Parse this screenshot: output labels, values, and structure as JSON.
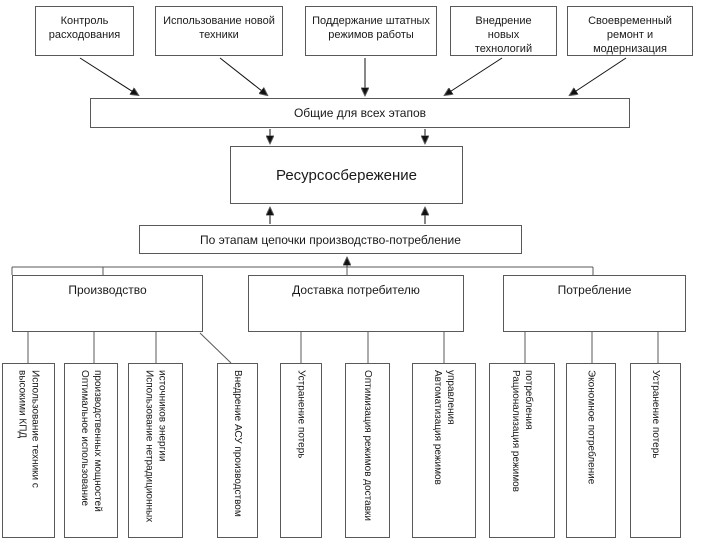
{
  "diagram": {
    "top_factors": [
      {
        "label": "Контроль расходования"
      },
      {
        "label": "Использование новой техники"
      },
      {
        "label": "Поддержание штатных режимов работы"
      },
      {
        "label": "Внедрение новых технологий"
      },
      {
        "label": "Своевременный ремонт и модернизация"
      }
    ],
    "common_bar": {
      "label": "Общие для всех этапов"
    },
    "center_node": {
      "label": "Ресурсосбережение"
    },
    "chain_bar": {
      "label": "По этапам цепочки производство-потребление"
    },
    "stages": [
      {
        "label": "Производство"
      },
      {
        "label": "Доставка потребителю"
      },
      {
        "label": "Потребление"
      }
    ],
    "leaves": [
      {
        "lines": [
          "Использование техники с",
          "высокими КПД"
        ]
      },
      {
        "lines": [
          "Оптимальное использование",
          "производственных мощностей"
        ]
      },
      {
        "lines": [
          "Использование нетрадиционных",
          "источников энергии"
        ]
      },
      {
        "lines": [
          "Внедрение АСУ производством"
        ]
      },
      {
        "lines": [
          "Устранение потерь"
        ]
      },
      {
        "lines": [
          "Оптимизация режимов доставки"
        ]
      },
      {
        "lines": [
          "Автоматизация режимов",
          "управления"
        ]
      },
      {
        "lines": [
          "Рационализация режимов",
          "потребления"
        ]
      },
      {
        "lines": [
          "Экономное потребление"
        ]
      },
      {
        "lines": [
          "Устранение потерь"
        ]
      }
    ],
    "colors": {
      "line": "#595959",
      "arrow": "#000000",
      "background": "#ffffff"
    }
  }
}
